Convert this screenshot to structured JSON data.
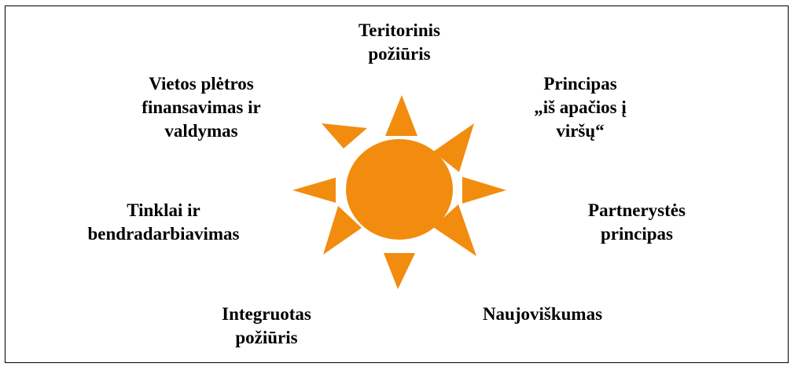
{
  "diagram": {
    "sun_color": "#f28c0f",
    "border_color": "#000000",
    "labels": {
      "top": [
        "Teritorinis",
        "požiūris"
      ],
      "top_left": [
        "Vietos plėtros",
        "finansavimas ir",
        "valdymas"
      ],
      "top_right": [
        "Principas",
        "„iš apačios į",
        "viršų“"
      ],
      "left": [
        "Tinklai ir",
        "bendradarbiavimas"
      ],
      "right": [
        "Partnerystės",
        "principas"
      ],
      "bottom_left": [
        "Integruotas",
        "požiūris"
      ],
      "bottom_right": [
        "Naujoviškumas"
      ]
    }
  }
}
